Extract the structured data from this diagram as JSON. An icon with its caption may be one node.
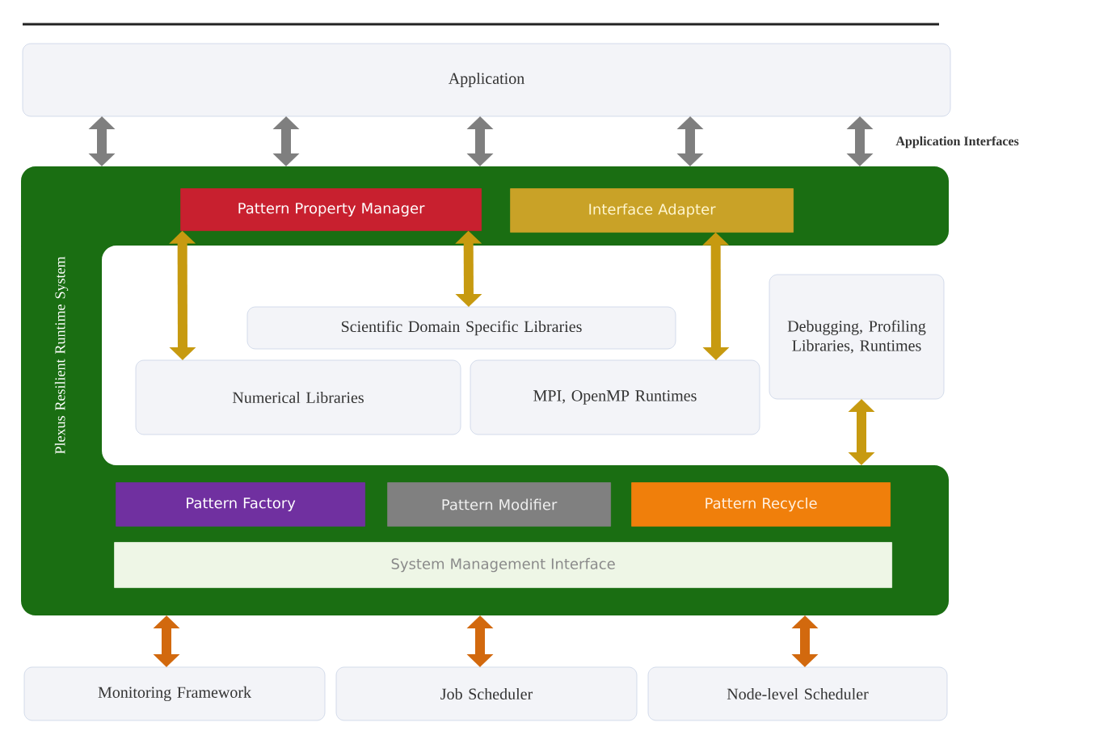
{
  "diagram": {
    "nodes": [
      {
        "text": [
          "Application"
        ]
      },
      {
        "text": [
          "Plexus Resilient Runtime System"
        ]
      },
      {
        "text": [
          "Pattern Property Manager"
        ],
        "in": 1
      },
      {
        "text": [
          "Interface Adapter"
        ],
        "in": 1
      },
      {
        "text": [
          "Scientific Domain Specific Libraries"
        ]
      },
      {
        "text": [
          "Numerical Libraries"
        ]
      },
      {
        "text": [
          "MPI, OpenMP Runtimes"
        ]
      },
      {
        "text": [
          "Debugging, Profiling Libraries, Runtimes"
        ]
      },
      {
        "text": [
          "Pattern Factory"
        ],
        "in": 1
      },
      {
        "text": [
          "Pattern Modifier"
        ],
        "in": 1
      },
      {
        "text": [
          "Pattern Recycle"
        ],
        "in": 1
      },
      {
        "text": [
          "System Management Interface"
        ],
        "in": 1
      },
      {
        "text": [
          "Monitoring Framework"
        ]
      },
      {
        "text": [
          "Job Scheduler"
        ]
      },
      {
        "text": [
          "Node-level Scheduler"
        ]
      }
    ],
    "edges": [
      {
        "from": 0,
        "to": 1,
        "arrow": "both"
      },
      {
        "from": 0,
        "to": 1,
        "arrow": "both"
      },
      {
        "from": 0,
        "to": 1,
        "arrow": "both"
      },
      {
        "from": 0,
        "to": 1,
        "arrow": "both"
      },
      {
        "from": 0,
        "to": 1,
        "arrow": "both"
      },
      {
        "from": 2,
        "to": 5,
        "arrow": "both",
        "color": "#c79a10"
      },
      {
        "from": 2,
        "to": 4,
        "arrow": "both",
        "color": "#c79a10"
      },
      {
        "from": 3,
        "to": 6,
        "arrow": "both",
        "color": "#c79a10"
      },
      {
        "from": 7,
        "to": 1,
        "arrow": "both",
        "color": "#c79a10"
      },
      {
        "from": 1,
        "to": 12,
        "arrow": "both",
        "color": "#d2690e"
      },
      {
        "from": 1,
        "to": 13,
        "arrow": "both",
        "color": "#d2690e"
      },
      {
        "from": 1,
        "to": 14,
        "arrow": "both",
        "color": "#d2690e"
      }
    ],
    "labels": [
      "Application Interfaces"
    ]
  }
}
